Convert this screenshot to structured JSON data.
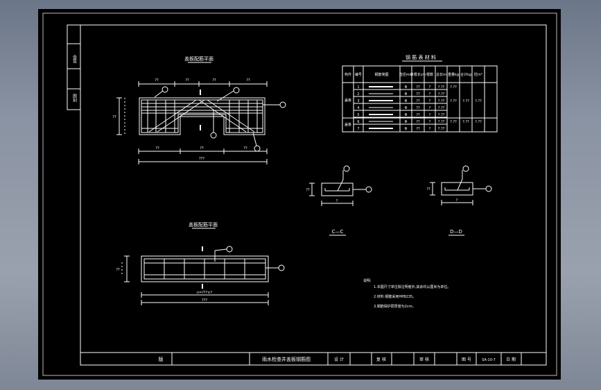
{
  "title_block": {
    "label_a": "版",
    "drawing_name": "雨水检查井盖板钢筋图",
    "design_label": "设 计",
    "review_label": "复 核",
    "check_label": "审 核",
    "drawing_no_label": "图 号",
    "drawing_no_value": "SA-10-7",
    "date_label": "日 期"
  },
  "side_strip": {
    "top_text": "会签",
    "bottom_text": "图别"
  },
  "views": {
    "plan1_title": "盖板配筋平面",
    "plan2_title": "盖板配筋平面",
    "section_cc": "C—C",
    "section_dd": "D—D",
    "mark_a": "I",
    "mark_b": "I"
  },
  "dims": {
    "plan1_top": [
      "??",
      "??",
      "??",
      "??"
    ],
    "plan1_bottom": [
      "??",
      "??",
      "??"
    ],
    "plan1_total": "???",
    "plan1_left": "??",
    "plan2_inner": "n=???×?",
    "plan2_total": "???",
    "plan2_left": "??",
    "section_w": "?",
    "section_h": "??"
  },
  "table": {
    "title": "钢 筋 表 材 料",
    "headers": [
      "构件",
      "编号",
      "钢筋简图",
      "直径mm",
      "单根长cm",
      "根数",
      "总长m",
      "重量kg",
      "合计kg",
      "砼m³"
    ],
    "groups": [
      {
        "label": "盖板",
        "rows": 5
      },
      {
        "label": "盖板",
        "rows": 2
      }
    ],
    "rows": [
      [
        "1",
        "???",
        "Φ",
        "??",
        "?",
        "?.??",
        "?.??",
        "",
        ""
      ],
      [
        "2",
        "???",
        "Φ",
        "??",
        "?",
        "?.??",
        "",
        "",
        ""
      ],
      [
        "3",
        "??",
        "Φ",
        "??",
        "?",
        "?.??",
        "?.??",
        "?.??",
        "?.??"
      ],
      [
        "4",
        "??",
        "Φ",
        "??",
        "?",
        "?.??",
        "",
        "",
        ""
      ],
      [
        "5",
        "??",
        "Φ",
        "??",
        "?",
        "?.??",
        "",
        "",
        ""
      ],
      [
        "6",
        "???",
        "Φ",
        "??",
        "?",
        "?.??",
        "?.??",
        "?.??",
        "?.??"
      ],
      [
        "7",
        "??",
        "Φ",
        "??",
        "?",
        "?.??",
        "",
        "",
        ""
      ]
    ]
  },
  "notes": {
    "heading": "说明:",
    "items": [
      "1.本图尺寸单位除注明者外,其余均以厘米为单位。",
      "2.材料:钢筋采用HPB235。",
      "3.钢筋保护层厚度为2cm。"
    ]
  }
}
